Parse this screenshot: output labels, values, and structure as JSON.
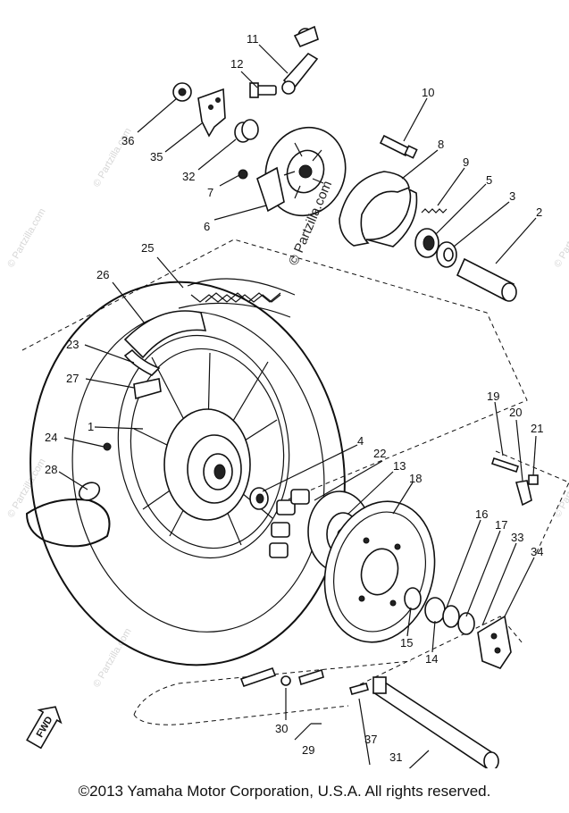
{
  "copyright": "©2013  Yamaha Motor Corporation, U.S.A. All rights reserved.",
  "watermark_center": "© Partzilla.com",
  "watermark_edge": "© Partzilla.com",
  "fwd_label": "FWD",
  "callouts": [
    "11",
    "12",
    "36",
    "35",
    "32",
    "10",
    "8",
    "9",
    "5",
    "3",
    "2",
    "7",
    "6",
    "25",
    "26",
    "23",
    "27",
    "1",
    "24",
    "28",
    "4",
    "22",
    "13",
    "18",
    "19",
    "20",
    "21",
    "16",
    "17",
    "33",
    "34",
    "15",
    "14",
    "30",
    "29",
    "37",
    "31"
  ]
}
